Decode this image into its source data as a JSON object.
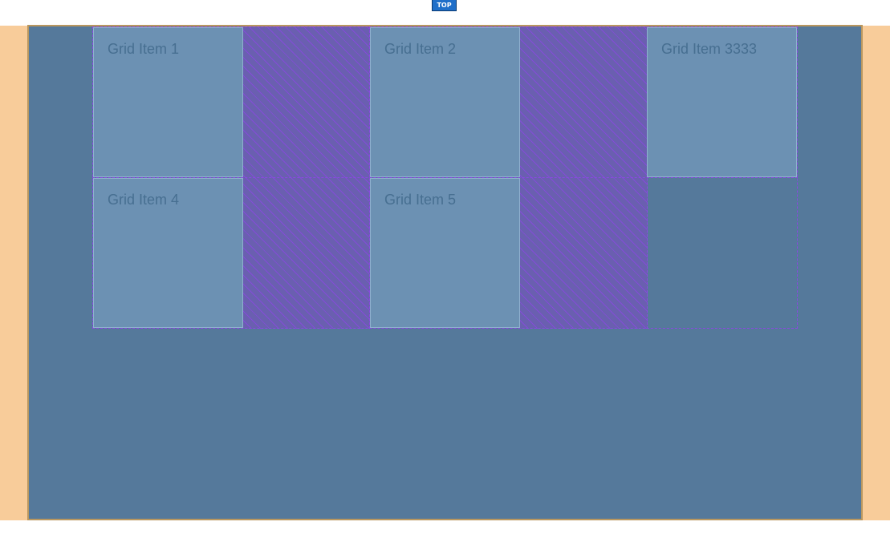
{
  "top_button": {
    "label": "TOP"
  },
  "grid": {
    "items": [
      {
        "label": "Grid Item 1"
      },
      {
        "label": "Grid Item 2"
      },
      {
        "label": "Grid Item 3333"
      },
      {
        "label": "Grid Item 4"
      },
      {
        "label": "Grid Item 5"
      }
    ]
  },
  "colors": {
    "page_background": "#ffffff",
    "margin_band": "#f8cc9a",
    "container_background": "#55799b",
    "container_border": "#b9975f",
    "grid_item_background": "#6c91b3",
    "grid_item_text": "#476f91",
    "gap_hatch": "#8a48e0",
    "top_button": "#1f6fc9"
  }
}
